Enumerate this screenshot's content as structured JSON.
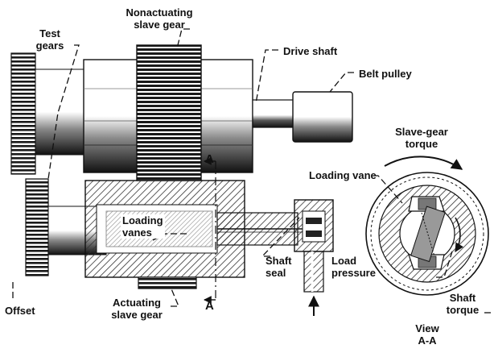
{
  "labels": {
    "test_gears": [
      "Test",
      "gears"
    ],
    "nonactuating_slave_gear": [
      "Nonactuating",
      "slave gear"
    ],
    "drive_shaft": "Drive shaft",
    "belt_pulley": "Belt pulley",
    "section_marker": "A",
    "loading_vanes": [
      "Loading",
      "vanes"
    ],
    "shaft_seal": [
      "Shaft",
      "seal"
    ],
    "load_pressure": [
      "Load",
      "pressure"
    ],
    "offset": "Offset",
    "actuating_slave_gear": [
      "Actuating",
      "slave gear"
    ],
    "slave_gear_torque": [
      "Slave-gear",
      "torque"
    ],
    "loading_vane": "Loading vane",
    "shaft_torque": [
      "Shaft",
      "torque"
    ],
    "view": [
      "View",
      "A-A"
    ]
  },
  "colors": {
    "ink": "#111111",
    "hatch": "#333333",
    "light_fill": "#ffffff",
    "shade_fill": "#2a2a2a"
  }
}
